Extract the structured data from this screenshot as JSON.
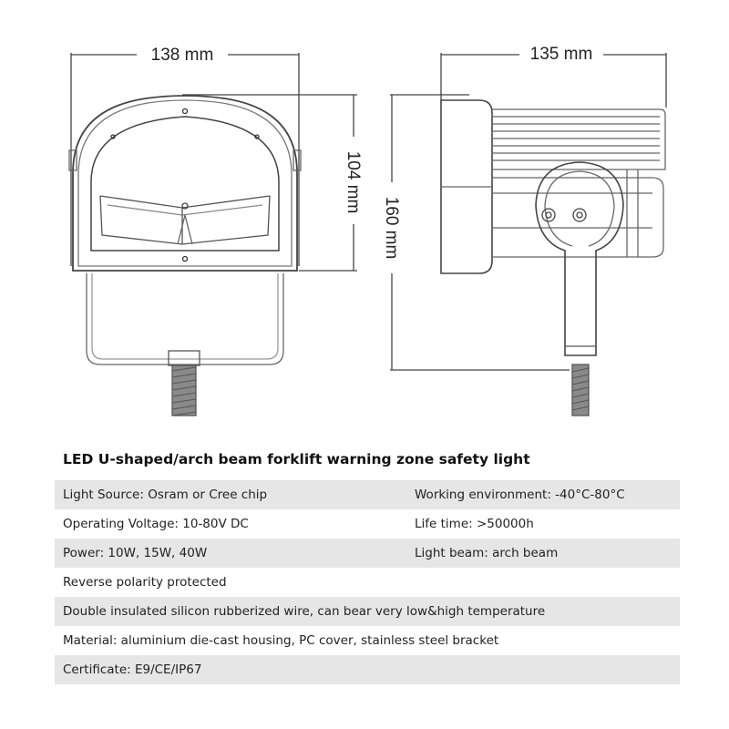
{
  "dimensions": {
    "front_width": "138 mm",
    "front_height": "104 mm",
    "side_height": "160 mm",
    "side_width": "135 mm"
  },
  "spec": {
    "title": "LED U-shaped/arch beam forklift warning zone safety light",
    "rows": [
      {
        "left": "Light Source: Osram or Cree chip",
        "right": "Working environment: -40°C-80°C"
      },
      {
        "left": "Operating Voltage: 10-80V DC",
        "right": "Life time: >50000h"
      },
      {
        "left": "Power: 10W, 15W, 40W",
        "right": "Light beam: arch beam"
      },
      {
        "left": "Reverse polarity protected",
        "right": ""
      },
      {
        "left": "Double insulated silicon rubberized wire, can bear very low&high temperature",
        "right": ""
      },
      {
        "left": "Material: aluminium die-cast housing, PC cover, stainless steel bracket",
        "right": ""
      },
      {
        "left": "Certificate: E9/CE/IP67",
        "right": ""
      }
    ]
  }
}
